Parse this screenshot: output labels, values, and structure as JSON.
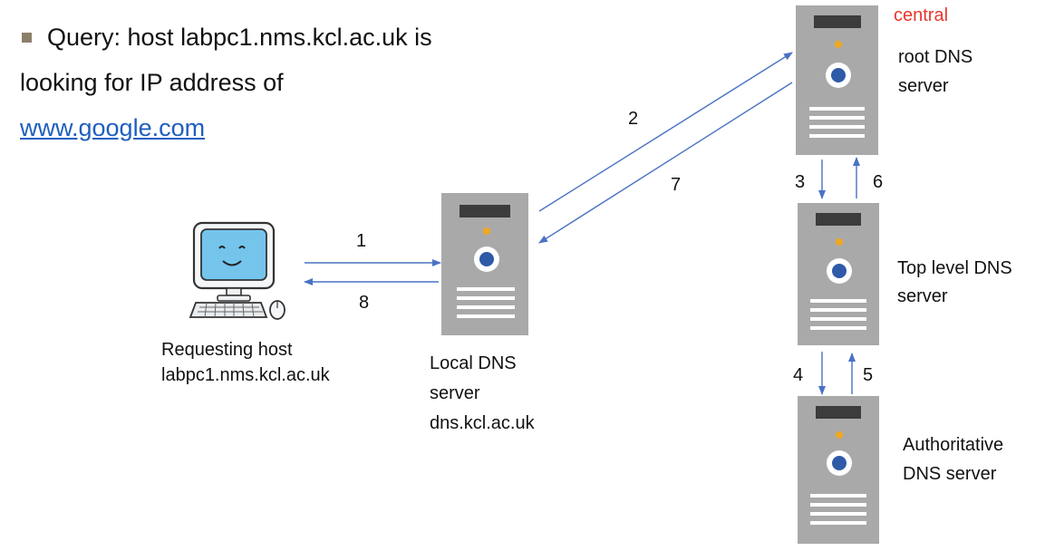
{
  "query": {
    "line1": "Query: host labpc1.nms.kcl.ac.uk is",
    "line2": "looking for IP address of",
    "link": "www.google.com"
  },
  "nodes": {
    "requesting_host": {
      "line1": "Requesting host",
      "line2": "labpc1.nms.kcl.ac.uk"
    },
    "local_dns": {
      "line1": "Local DNS",
      "line2": "server",
      "line3": "dns.kcl.ac.uk"
    },
    "root_dns": {
      "tag": "central",
      "line1": "root DNS",
      "line2": "server"
    },
    "tld_dns": {
      "line1": "Top level DNS",
      "line2": "server"
    },
    "auth_dns": {
      "line1": "Authoritative",
      "line2": "DNS server"
    }
  },
  "steps": [
    "1",
    "2",
    "3",
    "4",
    "5",
    "6",
    "7",
    "8"
  ],
  "colors": {
    "arrow": "#4a72c4",
    "central": "#e8372c",
    "link": "#1f5fbf",
    "server_body": "#a9a9a9",
    "server_top": "#3c3c3c"
  }
}
